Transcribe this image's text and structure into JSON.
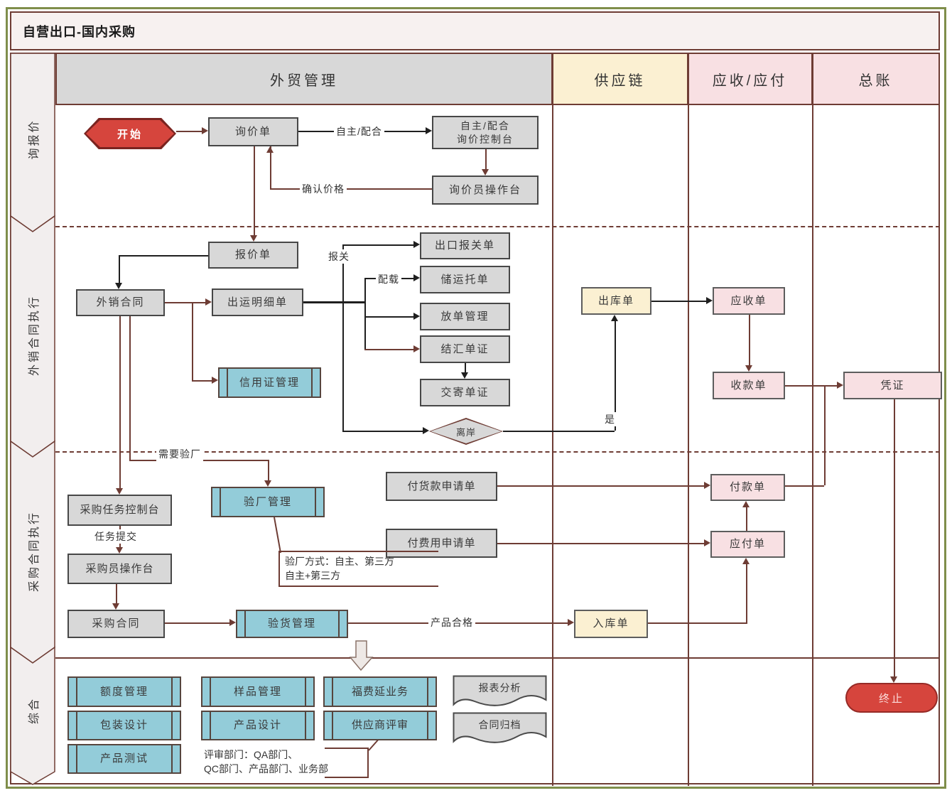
{
  "title": "自营出口-国内采购",
  "columns": [
    {
      "label": "外贸管理"
    },
    {
      "label": "供应链"
    },
    {
      "label": "应收/应付"
    },
    {
      "label": "总账"
    }
  ],
  "lanes": [
    {
      "label": "询报价"
    },
    {
      "label": "外销合同执行"
    },
    {
      "label": "采购合同执行"
    },
    {
      "label": "综合"
    }
  ],
  "nodes": {
    "start": {
      "label": "开始"
    },
    "inquiry_order": {
      "label": "询价单"
    },
    "inquiry_console": {
      "line1": "自主/配合",
      "line2": "询价控制台"
    },
    "inquiry_operator": {
      "label": "询价员操作台"
    },
    "quotation": {
      "label": "报价单"
    },
    "export_contract": {
      "label": "外销合同"
    },
    "shipping_detail": {
      "label": "出运明细单"
    },
    "export_declaration": {
      "label": "出口报关单"
    },
    "storage_booking": {
      "label": "储运托单"
    },
    "release_mgmt": {
      "label": "放单管理"
    },
    "settlement_docs": {
      "label": "结汇单证"
    },
    "mailing_docs": {
      "label": "交寄单证"
    },
    "lc_mgmt": {
      "label": "信用证管理"
    },
    "offshore": {
      "label": "离岸"
    },
    "outbound_order": {
      "label": "出库单"
    },
    "receivable_order": {
      "label": "应收单"
    },
    "receipt_order": {
      "label": "收款单"
    },
    "voucher": {
      "label": "凭证"
    },
    "purchase_task_console": {
      "label": "采购任务控制台"
    },
    "purchase_operator": {
      "label": "采购员操作台"
    },
    "purchase_contract": {
      "label": "采购合同"
    },
    "factory_audit": {
      "label": "验厂管理"
    },
    "pay_goods_request": {
      "label": "付货款申请单"
    },
    "pay_fee_request": {
      "label": "付费用申请单"
    },
    "payment_order": {
      "label": "付款单"
    },
    "payable_order": {
      "label": "应付单"
    },
    "goods_inspection": {
      "label": "验货管理"
    },
    "inbound_order": {
      "label": "入库单"
    },
    "quota_mgmt": {
      "label": "额度管理"
    },
    "package_design": {
      "label": "包装设计"
    },
    "product_test": {
      "label": "产品测试"
    },
    "sample_mgmt": {
      "label": "样品管理"
    },
    "product_design": {
      "label": "产品设计"
    },
    "forfaiting": {
      "label": "福费延业务"
    },
    "supplier_review": {
      "label": "供应商评审"
    },
    "report_analysis": {
      "label": "报表分析"
    },
    "contract_archive": {
      "label": "合同归档"
    },
    "terminate": {
      "label": "终止"
    }
  },
  "edge_labels": {
    "self_coop": "自主/配合",
    "confirm_price": "确认价格",
    "customs": "报关",
    "stowage": "配载",
    "yes": "是",
    "need_factory_audit": "需要验厂",
    "task_submit": "任务提交",
    "product_qualified": "产品合格"
  },
  "notes": {
    "factory_audit_note": {
      "line1": "验厂方式：自主、第三方",
      "line2": "自主+第三方"
    },
    "review_dept_note": {
      "line1": "评审部门：QA部门、",
      "line2": "QC部门、产品部门、业务部"
    }
  },
  "colors": {
    "frame_olive": "#7f8e4b",
    "line_maroon": "#6e3c34",
    "process_gray": "#d8d8d8",
    "subprocess_blue": "#93ccd9",
    "warehouse_yellow": "#fbf0d2",
    "finance_pink": "#f8e0e3",
    "terminal_red": "#d6453d"
  }
}
